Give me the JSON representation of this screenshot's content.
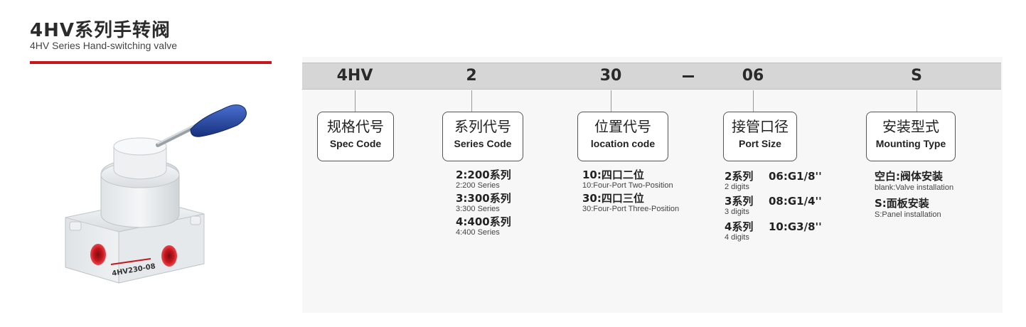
{
  "header": {
    "title_cn": "4HV系列手转阀",
    "title_en": "4HV Series Hand-switching valve"
  },
  "product": {
    "model_marking": "4HV230-08"
  },
  "code_bar": {
    "segments": [
      "4HV",
      "2",
      "30",
      "06",
      "S"
    ],
    "separator": "-"
  },
  "boxes": [
    {
      "cn": "规格代号",
      "en": "Spec Code"
    },
    {
      "cn": "系列代号",
      "en": "Series Code"
    },
    {
      "cn": "位置代号",
      "en": "location code"
    },
    {
      "cn": "接管口径",
      "en": "Port Size"
    },
    {
      "cn": "安装型式",
      "en": "Mounting Type"
    }
  ],
  "series_options": [
    {
      "main": "2:200系列",
      "sub": "2:200 Series"
    },
    {
      "main": "3:300系列",
      "sub": "3:300 Series"
    },
    {
      "main": "4:400系列",
      "sub": "4:400 Series"
    }
  ],
  "location_options": [
    {
      "main": "10:四口二位",
      "sub": "10:Four-Port Two-Position"
    },
    {
      "main": "30:四口三位",
      "sub": "30:Four-Port Three-Position"
    }
  ],
  "port_options": [
    {
      "series": "2系列",
      "digits": "2 digits",
      "size": "06:G1/8''"
    },
    {
      "series": "3系列",
      "digits": "3 digits",
      "size": "08:G1/4''"
    },
    {
      "series": "4系列",
      "digits": "4 digits",
      "size": "10:G3/8''"
    }
  ],
  "mounting_options": [
    {
      "main": "空白:阀体安装",
      "sub": "blank:Valve installation"
    },
    {
      "main": "S:面板安装",
      "sub": "S:Panel installation"
    }
  ],
  "colors": {
    "accent_red": "#c8161d",
    "handle_blue": "#1f3f9a",
    "bar_gray": "#d6d6d6"
  }
}
